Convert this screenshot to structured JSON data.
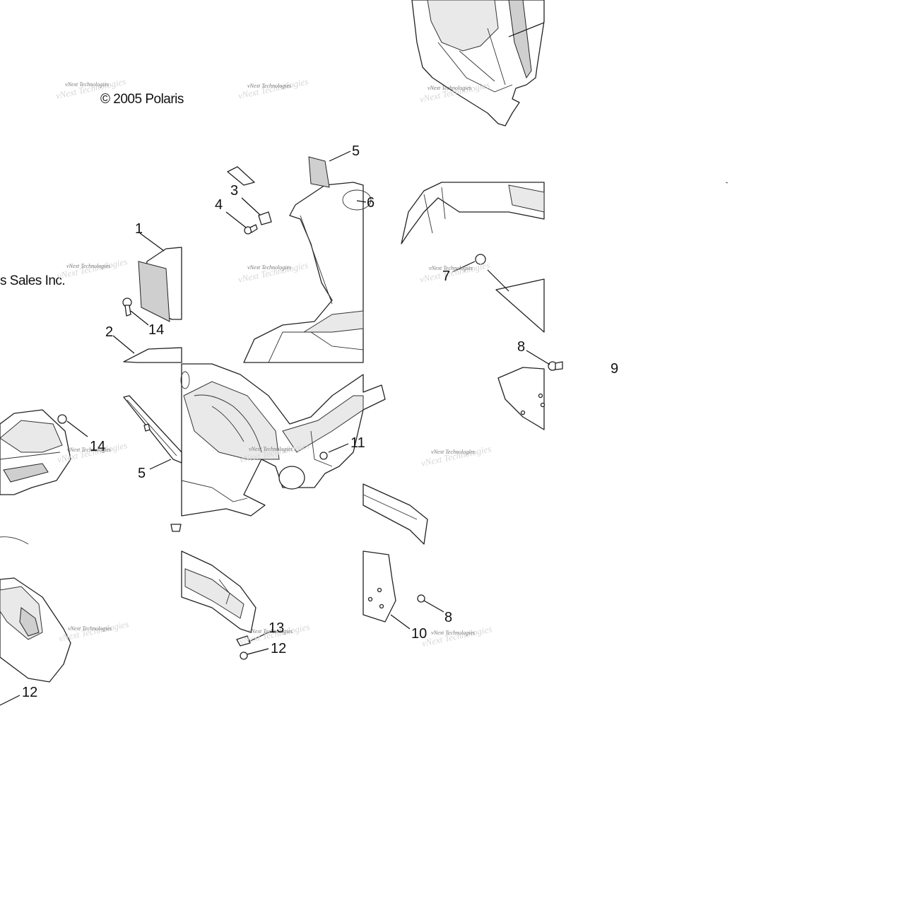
{
  "copyright": {
    "line_part1": "© 2005 Polaris",
    "line_part2": "s Sales Inc."
  },
  "watermark": {
    "text": "vNext Technologies"
  },
  "callouts": [
    "1",
    "2",
    "3",
    "4",
    "5",
    "6",
    "7",
    "8",
    "9",
    "10",
    "11",
    "12",
    "13",
    "14",
    "5",
    "14",
    "12",
    "8"
  ]
}
